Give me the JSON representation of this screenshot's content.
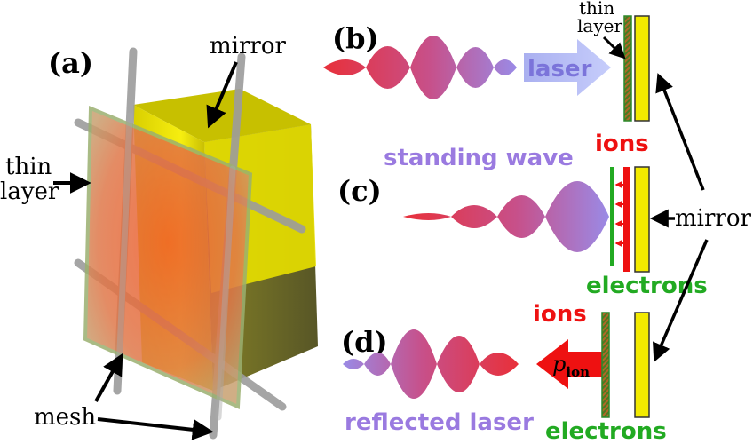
{
  "panel_labels": {
    "a": "(a)",
    "b": "(b)",
    "c": "(c)",
    "d": "(d)"
  },
  "labels": {
    "mirror_a": "mirror",
    "thin_layer_a_line1": "thin",
    "thin_layer_a_line2": "layer",
    "mesh": "mesh",
    "thin_layer_b_line1": "thin",
    "thin_layer_b_line2": "layer",
    "laser": "laser",
    "standing_wave": "standing wave",
    "ions_c": "ions",
    "mirror_right": "mirror",
    "electrons_c": "electrons",
    "ions_d": "ions",
    "p_ion_main": "p",
    "p_ion_sub": "ion",
    "electrons_d": "electrons",
    "reflected_laser": "reflected laser"
  },
  "colors": {
    "mirror_yellow": "#f2ea00",
    "mirror_dark": "#8a8400",
    "laser_red": "#e8303a",
    "laser_violet": "#9a8ae6",
    "ions_red": "#ee1111",
    "electrons_green": "#22aa22",
    "mesh_grey": "#9c9c9c",
    "thin_layer_orange": "#e86a2a",
    "hatch_green": "#4a7a20"
  }
}
